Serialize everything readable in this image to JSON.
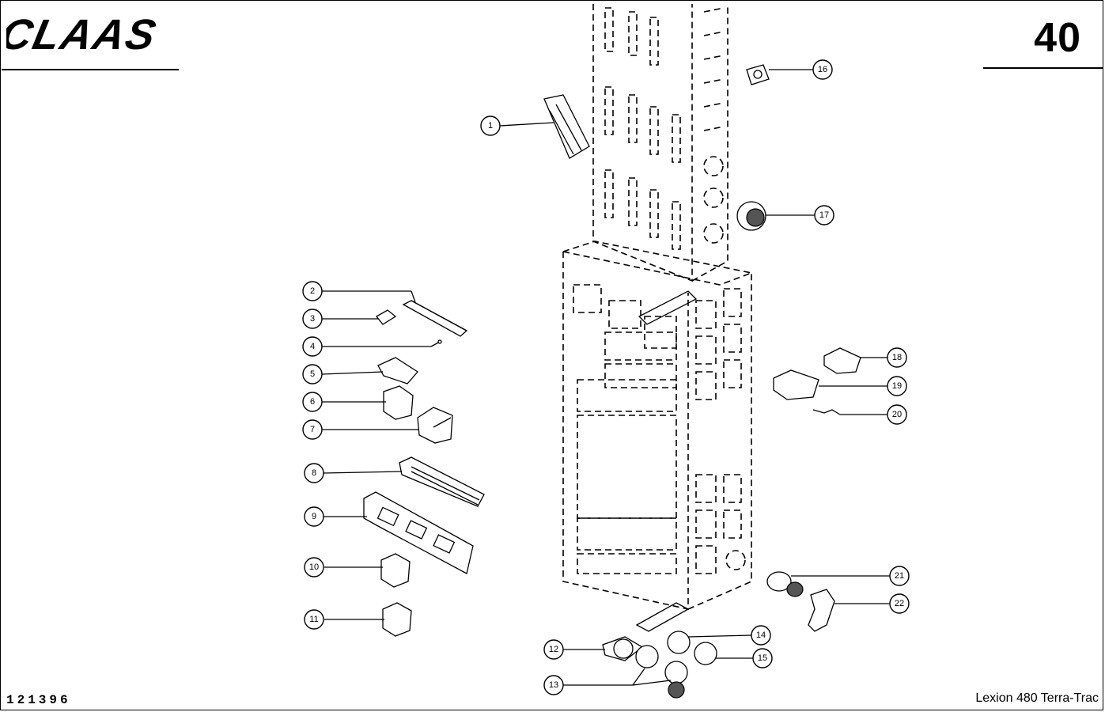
{
  "header": {
    "brand": "CLAAS",
    "page_number": "40"
  },
  "footer": {
    "document_id": "121396",
    "model": "Lexion 480 Terra-Trac"
  },
  "callouts": [
    "1",
    "2",
    "3",
    "4",
    "5",
    "6",
    "7",
    "8",
    "9",
    "10",
    "11",
    "12",
    "13",
    "14",
    "15",
    "16",
    "17",
    "18",
    "19",
    "20",
    "21",
    "22"
  ]
}
